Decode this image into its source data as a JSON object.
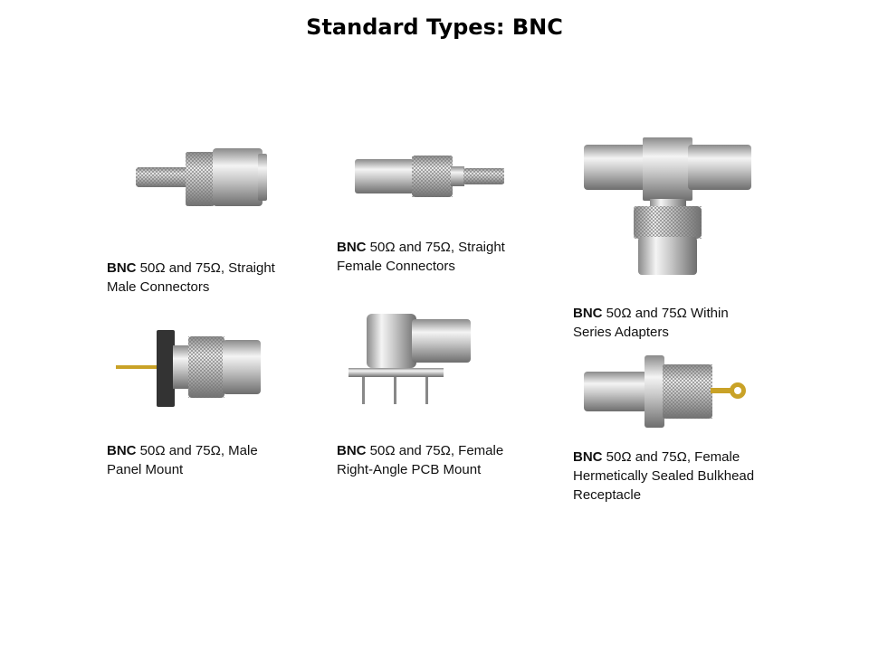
{
  "title": "Standard Types: BNC",
  "items": [
    {
      "brand": "BNC",
      "line1": " 50Ω and 75Ω, Straight",
      "line2": "Male Connectors",
      "icon": "bnc-straight-male-connector-image"
    },
    {
      "brand": "BNC",
      "line1": " 50Ω and 75Ω, Straight",
      "line2": "Female Connectors",
      "icon": "bnc-straight-female-connector-image"
    },
    {
      "brand": "BNC",
      "line1": " 50Ω and 75Ω Within",
      "line2": "Series Adapters",
      "icon": "bnc-tee-adapter-image"
    },
    {
      "brand": "BNC",
      "line1": " 50Ω and 75Ω, Male",
      "line2": "Panel Mount",
      "icon": "bnc-male-panel-mount-image"
    },
    {
      "brand": "BNC",
      "line1": " 50Ω and 75Ω, Female",
      "line2": "Right-Angle PCB Mount",
      "icon": "bnc-right-angle-pcb-mount-image"
    },
    {
      "brand": "BNC",
      "line1": " 50Ω and 75Ω, Female",
      "line2": "Hermetically Sealed Bulkhead",
      "line3": "Receptacle",
      "icon": "bnc-bulkhead-receptacle-image"
    }
  ]
}
